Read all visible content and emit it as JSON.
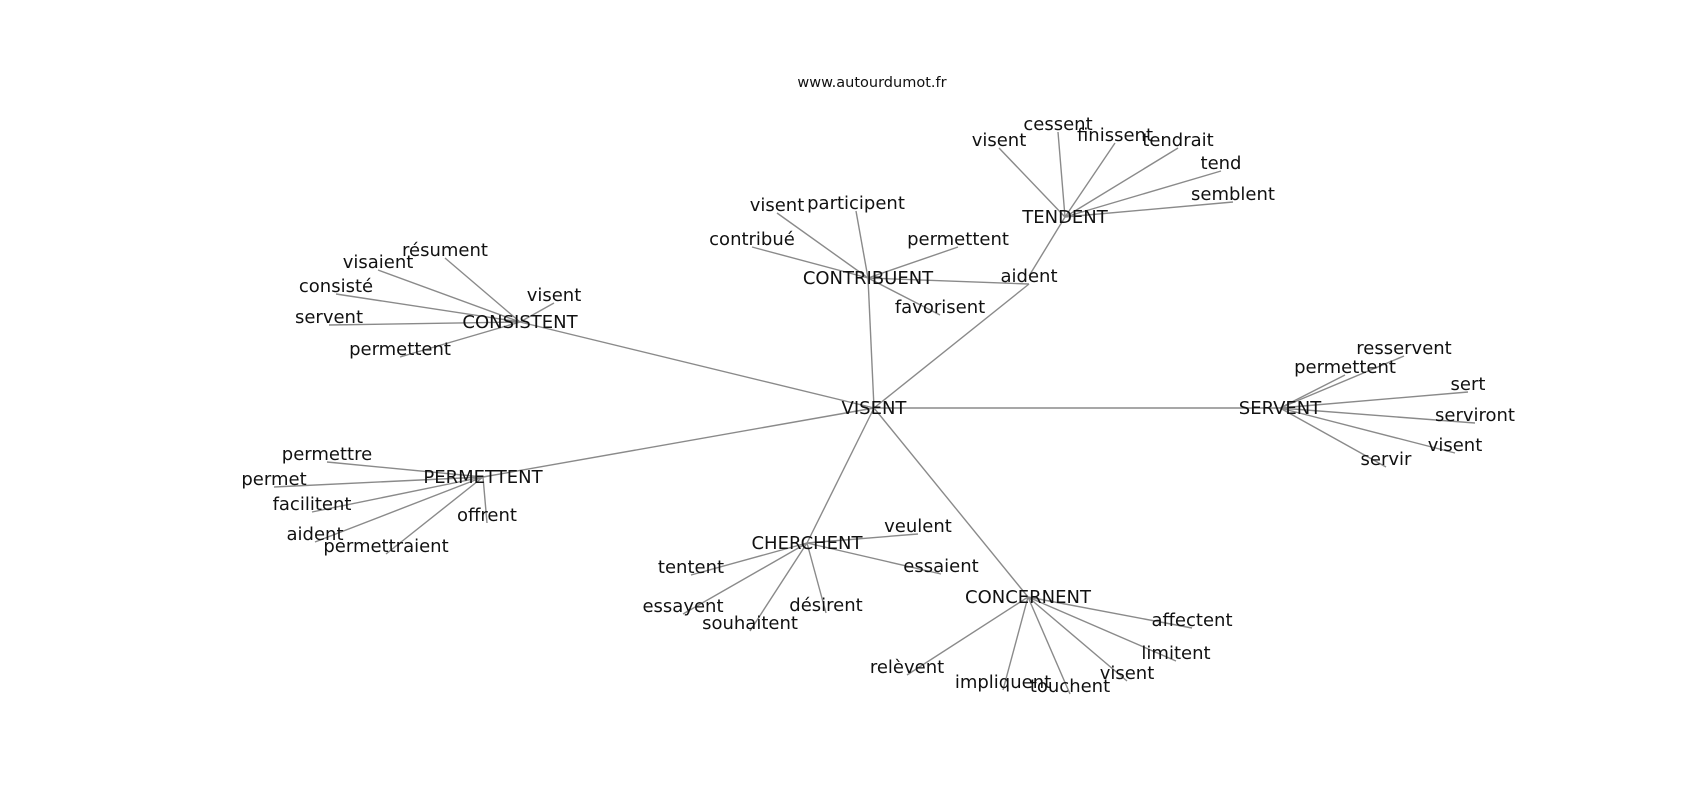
{
  "source": "www.autourdumot.fr",
  "nodes": {
    "root": "VISENT",
    "consistent": "CONSISTENT",
    "contribuent": "CONTRIBUENT",
    "tendent": "TENDENT",
    "servent": "SERVENT",
    "permettent": "PERMETTENT",
    "cherchent": "CHERCHENT",
    "concernent": "CONCERNENT",
    "consistent_resument": "résument",
    "consistent_visaient": "visaient",
    "consistent_consiste": "consisté",
    "consistent_visent": "visent",
    "consistent_servent": "servent",
    "consistent_permettent": "permettent",
    "contribuent_visent": "visent",
    "contribuent_participent": "participent",
    "contribuent_contribue": "contribué",
    "contribuent_permettent": "permettent",
    "contribuent_aident": "aident",
    "contribuent_favorisent": "favorisent",
    "tendent_visent": "visent",
    "tendent_cessent": "cessent",
    "tendent_finissent": "finissent",
    "tendent_tendrait": "tendrait",
    "tendent_tend": "tend",
    "tendent_semblent": "semblent",
    "servent_resservent": "resservent",
    "servent_permettent": "permettent",
    "servent_sert": "sert",
    "servent_serviront": "serviront",
    "servent_visent": "visent",
    "servent_servir": "servir",
    "permettent_permettre": "permettre",
    "permettent_permet": "permet",
    "permettent_facilitent": "facilitent",
    "permettent_offrent": "offrent",
    "permettent_aident": "aident",
    "permettent_permettraient": "permettraient",
    "cherchent_veulent": "veulent",
    "cherchent_tentent": "tentent",
    "cherchent_essaient": "essaient",
    "cherchent_essayent": "essayent",
    "cherchent_desirent": "désirent",
    "cherchent_souhaitent": "souhaitent",
    "concernent_affectent": "affectent",
    "concernent_limitent": "limitent",
    "concernent_releven": "relèvent",
    "concernent_impliquent": "impliquent",
    "concernent_visent": "visent",
    "concernent_touchent": "touchent"
  }
}
